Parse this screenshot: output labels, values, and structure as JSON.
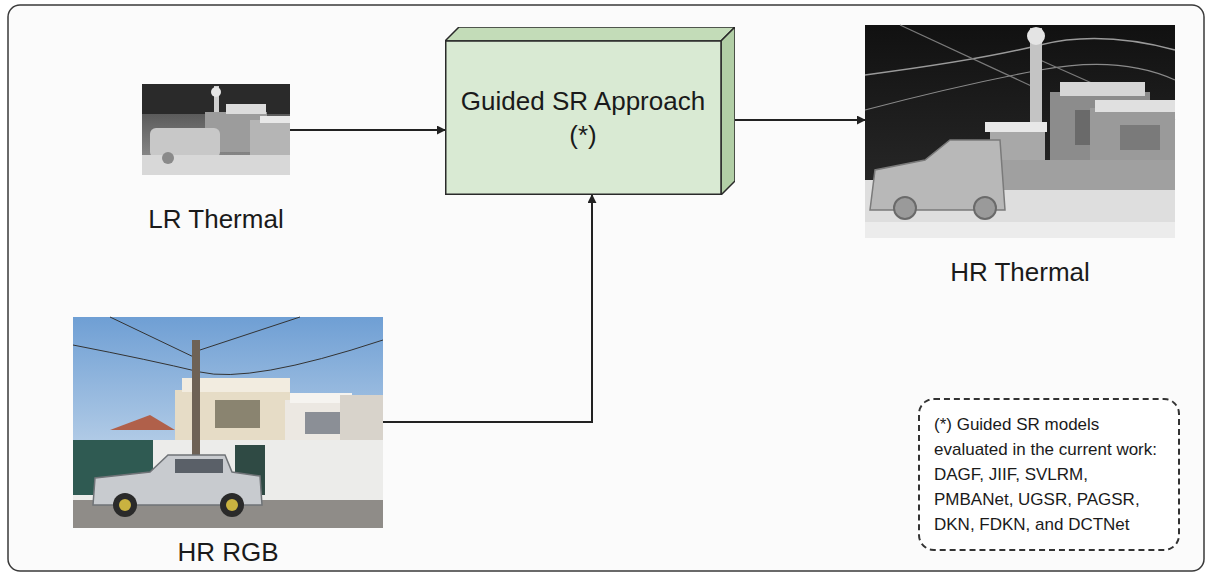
{
  "diagram": {
    "nodes": [
      {
        "text": [
          "LR Thermal"
        ]
      },
      {
        "text": [
          "Guided SR Approach (*)"
        ]
      },
      {
        "text": [
          "HR Thermal"
        ]
      },
      {
        "text": [
          "HR RGB"
        ]
      },
      {
        "text": [
          "(*) Guided SR models evaluated in the current work: DAGF, JIIF, SVLRM, PMBANet, UGSR, PAGSR, DKN, FDKN, and DCTNet"
        ]
      }
    ],
    "edges": [
      {
        "from": 0,
        "to": 1,
        "arrow": "to"
      },
      {
        "from": 3,
        "to": 1,
        "arrow": "to"
      },
      {
        "from": 1,
        "to": 2,
        "arrow": "to"
      }
    ]
  }
}
